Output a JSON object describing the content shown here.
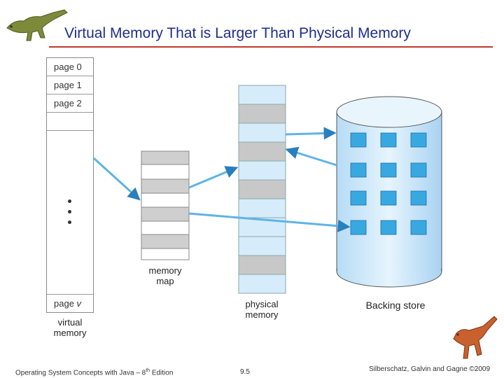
{
  "slide": {
    "title": "Virtual Memory That is Larger Than Physical Memory"
  },
  "virtual_memory": {
    "pages": [
      "page 0",
      "page 1",
      "page 2"
    ],
    "last_page_prefix": "page ",
    "last_page_var": "v",
    "label_line1": "virtual",
    "label_line2": "memory"
  },
  "memory_map": {
    "label_line1": "memory",
    "label_line2": "map"
  },
  "physical_memory": {
    "label_line1": "physical",
    "label_line2": "memory"
  },
  "backing_store": {
    "label": "Backing store"
  },
  "footer": {
    "left": "Operating System Concepts  with Java – 8",
    "left_sup": "th",
    "left_suffix": " Edition",
    "center": "9.5",
    "right": "Silberschatz, Galvin and Gagne ©2009"
  },
  "colors": {
    "title": "#1f2e8c",
    "rule": "#c0392b",
    "frame_light": "#d6ecfa",
    "frame_gray": "#c8c8c8",
    "arrow": "#5fb3e6",
    "cylinder": "#cfe8fb",
    "block": "#39a8e0"
  }
}
